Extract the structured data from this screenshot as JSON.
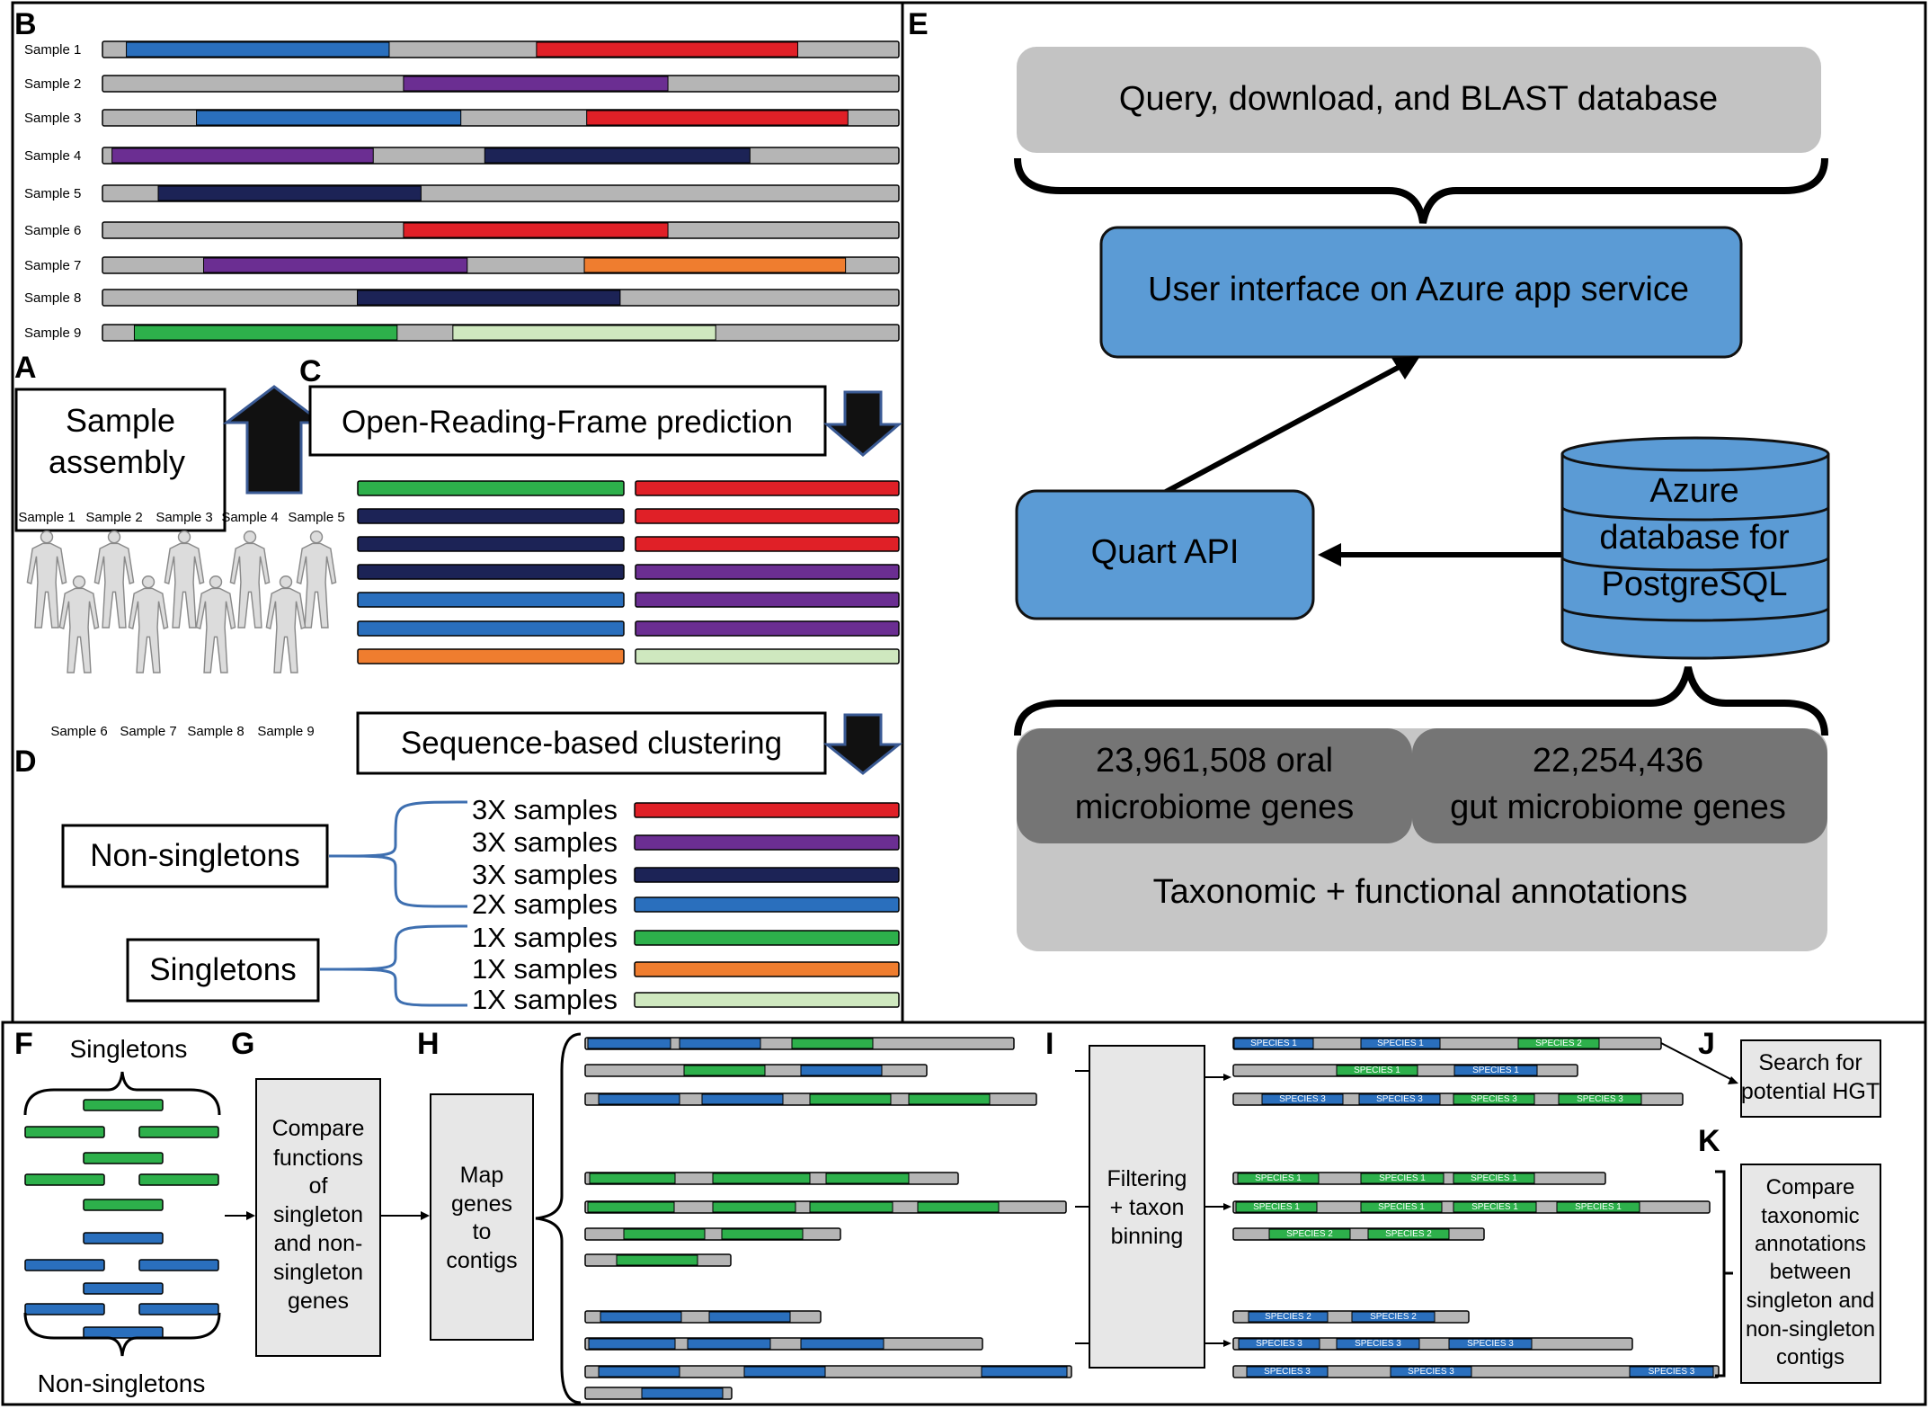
{
  "panels": {
    "b": "B",
    "a": "A",
    "c": "C",
    "d": "D",
    "e": "E",
    "f": "F",
    "g": "G",
    "h": "H",
    "i": "I",
    "j": "J",
    "k": "K"
  },
  "colors": {
    "gray": "#b5b5b5",
    "blue": "#2a6fbd",
    "red": "#e02027",
    "purple": "#6b2e92",
    "navy": "#1c2356",
    "orange": "#ef7d2f",
    "green": "#2db04b",
    "light_green": "#cfe8bf",
    "azure_blue": "#5b9bd5",
    "dark_gray": "#757575",
    "light_gray": "#c6c6c6",
    "box_gray": "#e7e7e7"
  },
  "panel_b": {
    "samples": [
      {
        "label": "Sample 1",
        "segments": [
          [
            "blue",
            0.03,
            0.36
          ],
          [
            "red",
            0.545,
            0.873
          ]
        ]
      },
      {
        "label": "Sample 2",
        "segments": [
          [
            "purple",
            0.378,
            0.71
          ]
        ]
      },
      {
        "label": "Sample 3",
        "segments": [
          [
            "blue",
            0.118,
            0.45
          ],
          [
            "red",
            0.608,
            0.936
          ]
        ]
      },
      {
        "label": "Sample 4",
        "segments": [
          [
            "purple",
            0.012,
            0.34
          ],
          [
            "navy",
            0.48,
            0.813
          ]
        ]
      },
      {
        "label": "Sample 5",
        "segments": [
          [
            "navy",
            0.07,
            0.4
          ]
        ]
      },
      {
        "label": "Sample 6",
        "segments": [
          [
            "red",
            0.378,
            0.71
          ]
        ]
      },
      {
        "label": "Sample 7",
        "segments": [
          [
            "purple",
            0.127,
            0.458
          ],
          [
            "orange",
            0.605,
            0.933
          ]
        ]
      },
      {
        "label": "Sample 8",
        "segments": [
          [
            "navy",
            0.32,
            0.65
          ]
        ]
      },
      {
        "label": "Sample 9",
        "segments": [
          [
            "green",
            0.04,
            0.37
          ],
          [
            "light_green",
            0.44,
            0.77
          ]
        ]
      }
    ]
  },
  "panel_a": {
    "title_line1": "Sample",
    "title_line2": "assembly",
    "top_samples": [
      "Sample 1",
      "Sample 2",
      "Sample 3",
      "Sample 4",
      "Sample 5"
    ],
    "bottom_samples": [
      "Sample 6",
      "Sample 7",
      "Sample 8",
      "Sample 9"
    ]
  },
  "panel_c": {
    "title": "Open-Reading-Frame prediction",
    "left_genes": [
      "green",
      "navy",
      "navy",
      "navy",
      "blue",
      "blue",
      "orange"
    ],
    "right_genes": [
      "red",
      "red",
      "red",
      "purple",
      "purple",
      "purple",
      "light_green"
    ]
  },
  "panel_d": {
    "title": "Sequence-based clustering",
    "non_singletons_label": "Non-singletons",
    "singletons_label": "Singletons",
    "rows": [
      {
        "label": "3X samples",
        "color": "red"
      },
      {
        "label": "3X samples",
        "color": "purple"
      },
      {
        "label": "3X samples",
        "color": "navy"
      },
      {
        "label": "2X samples",
        "color": "blue"
      },
      {
        "label": "1X samples",
        "color": "green"
      },
      {
        "label": "1X samples",
        "color": "orange"
      },
      {
        "label": "1X samples",
        "color": "light_green"
      }
    ]
  },
  "panel_e": {
    "query": "Query, download, and BLAST database",
    "ui": "User interface on Azure app service",
    "api": "Quart API",
    "db_line1": "Azure",
    "db_line2": "database for",
    "db_line3": "PostgreSQL",
    "oral_line1": "23,961,508 oral",
    "oral_line2": "microbiome genes",
    "gut_line1": "22,254,436",
    "gut_line2": "gut microbiome genes",
    "annotations": "Taxonomic + functional annotations"
  },
  "panel_f": {
    "singletons": "Singletons",
    "non_singletons": "Non-singletons"
  },
  "panel_g": {
    "lines": [
      "Compare",
      "functions",
      "of",
      "singleton",
      "and non-",
      "singleton",
      "genes"
    ]
  },
  "panel_h": {
    "lines": [
      "Map",
      "genes",
      "to",
      "contigs"
    ]
  },
  "panel_i": {
    "lines": [
      "Filtering",
      "+ taxon",
      "binning"
    ]
  },
  "panel_j": {
    "lines": [
      "Search for",
      "potential HGT"
    ]
  },
  "panel_k": {
    "lines": [
      "Compare",
      "taxonomic",
      "annotations",
      "between",
      "singleton and",
      "non-singleton",
      "contigs"
    ]
  },
  "species_labels": {
    "s1": "SPECIES 1",
    "s2": "SPECIES 2",
    "s3": "SPECIES 3"
  }
}
